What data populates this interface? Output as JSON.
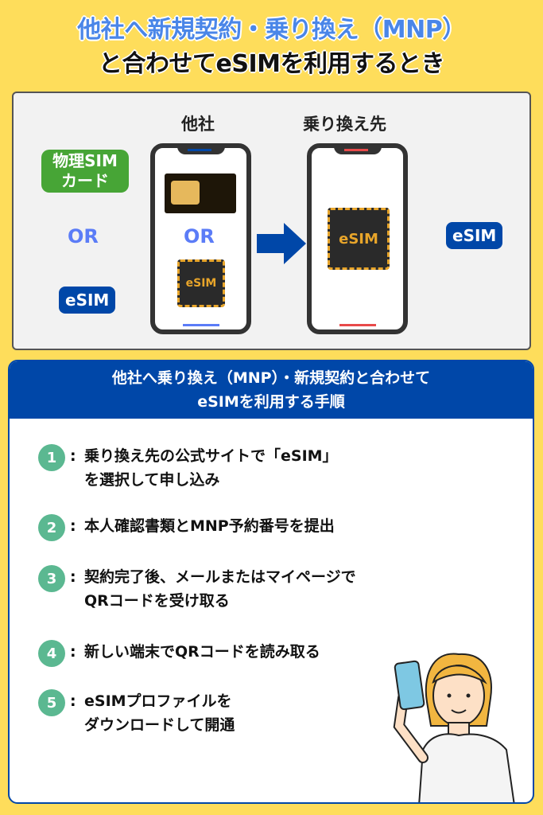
{
  "title": {
    "line1": "他社へ新規契約・乗り換え（MNP）",
    "line2": "と合わせてeSIMを利用するとき"
  },
  "diagram": {
    "from_label": "他社",
    "to_label": "乗り換え先",
    "left_physical": "物理SIM",
    "left_physical2": "カード",
    "left_or": "OR",
    "left_esim": "eSIM",
    "phone_or": "OR",
    "chip_label": "eSIM",
    "right_esim": "eSIM",
    "colors": {
      "blue": "#0047a8",
      "green": "#47a536",
      "yellow": "#fedd5b"
    }
  },
  "steps": {
    "header1": "他社へ乗り換え（MNP）・新規契約と合わせて",
    "header2": "eSIMを利用する手順",
    "items": [
      {
        "num": "1",
        "line1": "乗り換え先の公式サイトで「eSIM」",
        "line2": "を選択して申し込み"
      },
      {
        "num": "2",
        "line1": "本人確認書類とMNP予約番号を提出",
        "line2": ""
      },
      {
        "num": "3",
        "line1": "契約完了後、メールまたはマイページで",
        "line2": "QRコードを受け取る"
      },
      {
        "num": "4",
        "line1": "新しい端末でQRコードを読み取る",
        "line2": ""
      },
      {
        "num": "5",
        "line1": "eSIMプロファイルを",
        "line2": "ダウンロードして開通"
      }
    ]
  }
}
